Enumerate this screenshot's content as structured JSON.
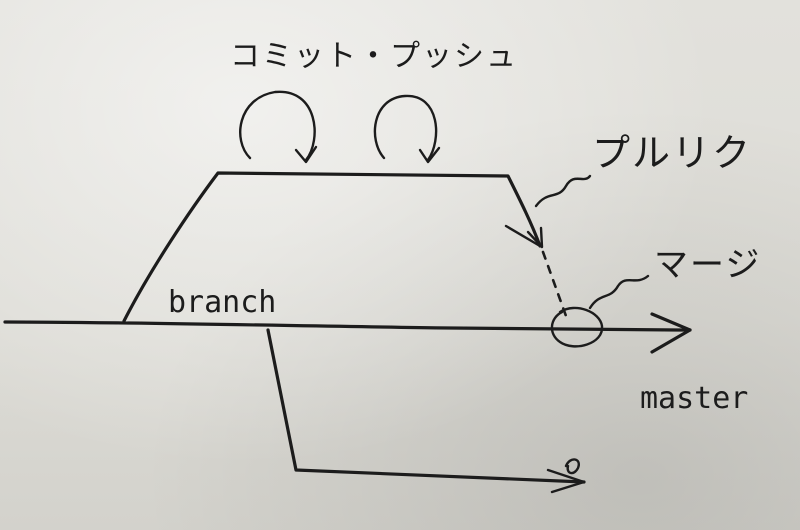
{
  "labels": {
    "commit_push": "コミット・プッシュ",
    "pull_request": "プルリク",
    "merge": "マージ",
    "branch": "branch",
    "master": "master"
  },
  "colors": {
    "ink": "#1c1c1c",
    "paper": "#dddcd6"
  }
}
